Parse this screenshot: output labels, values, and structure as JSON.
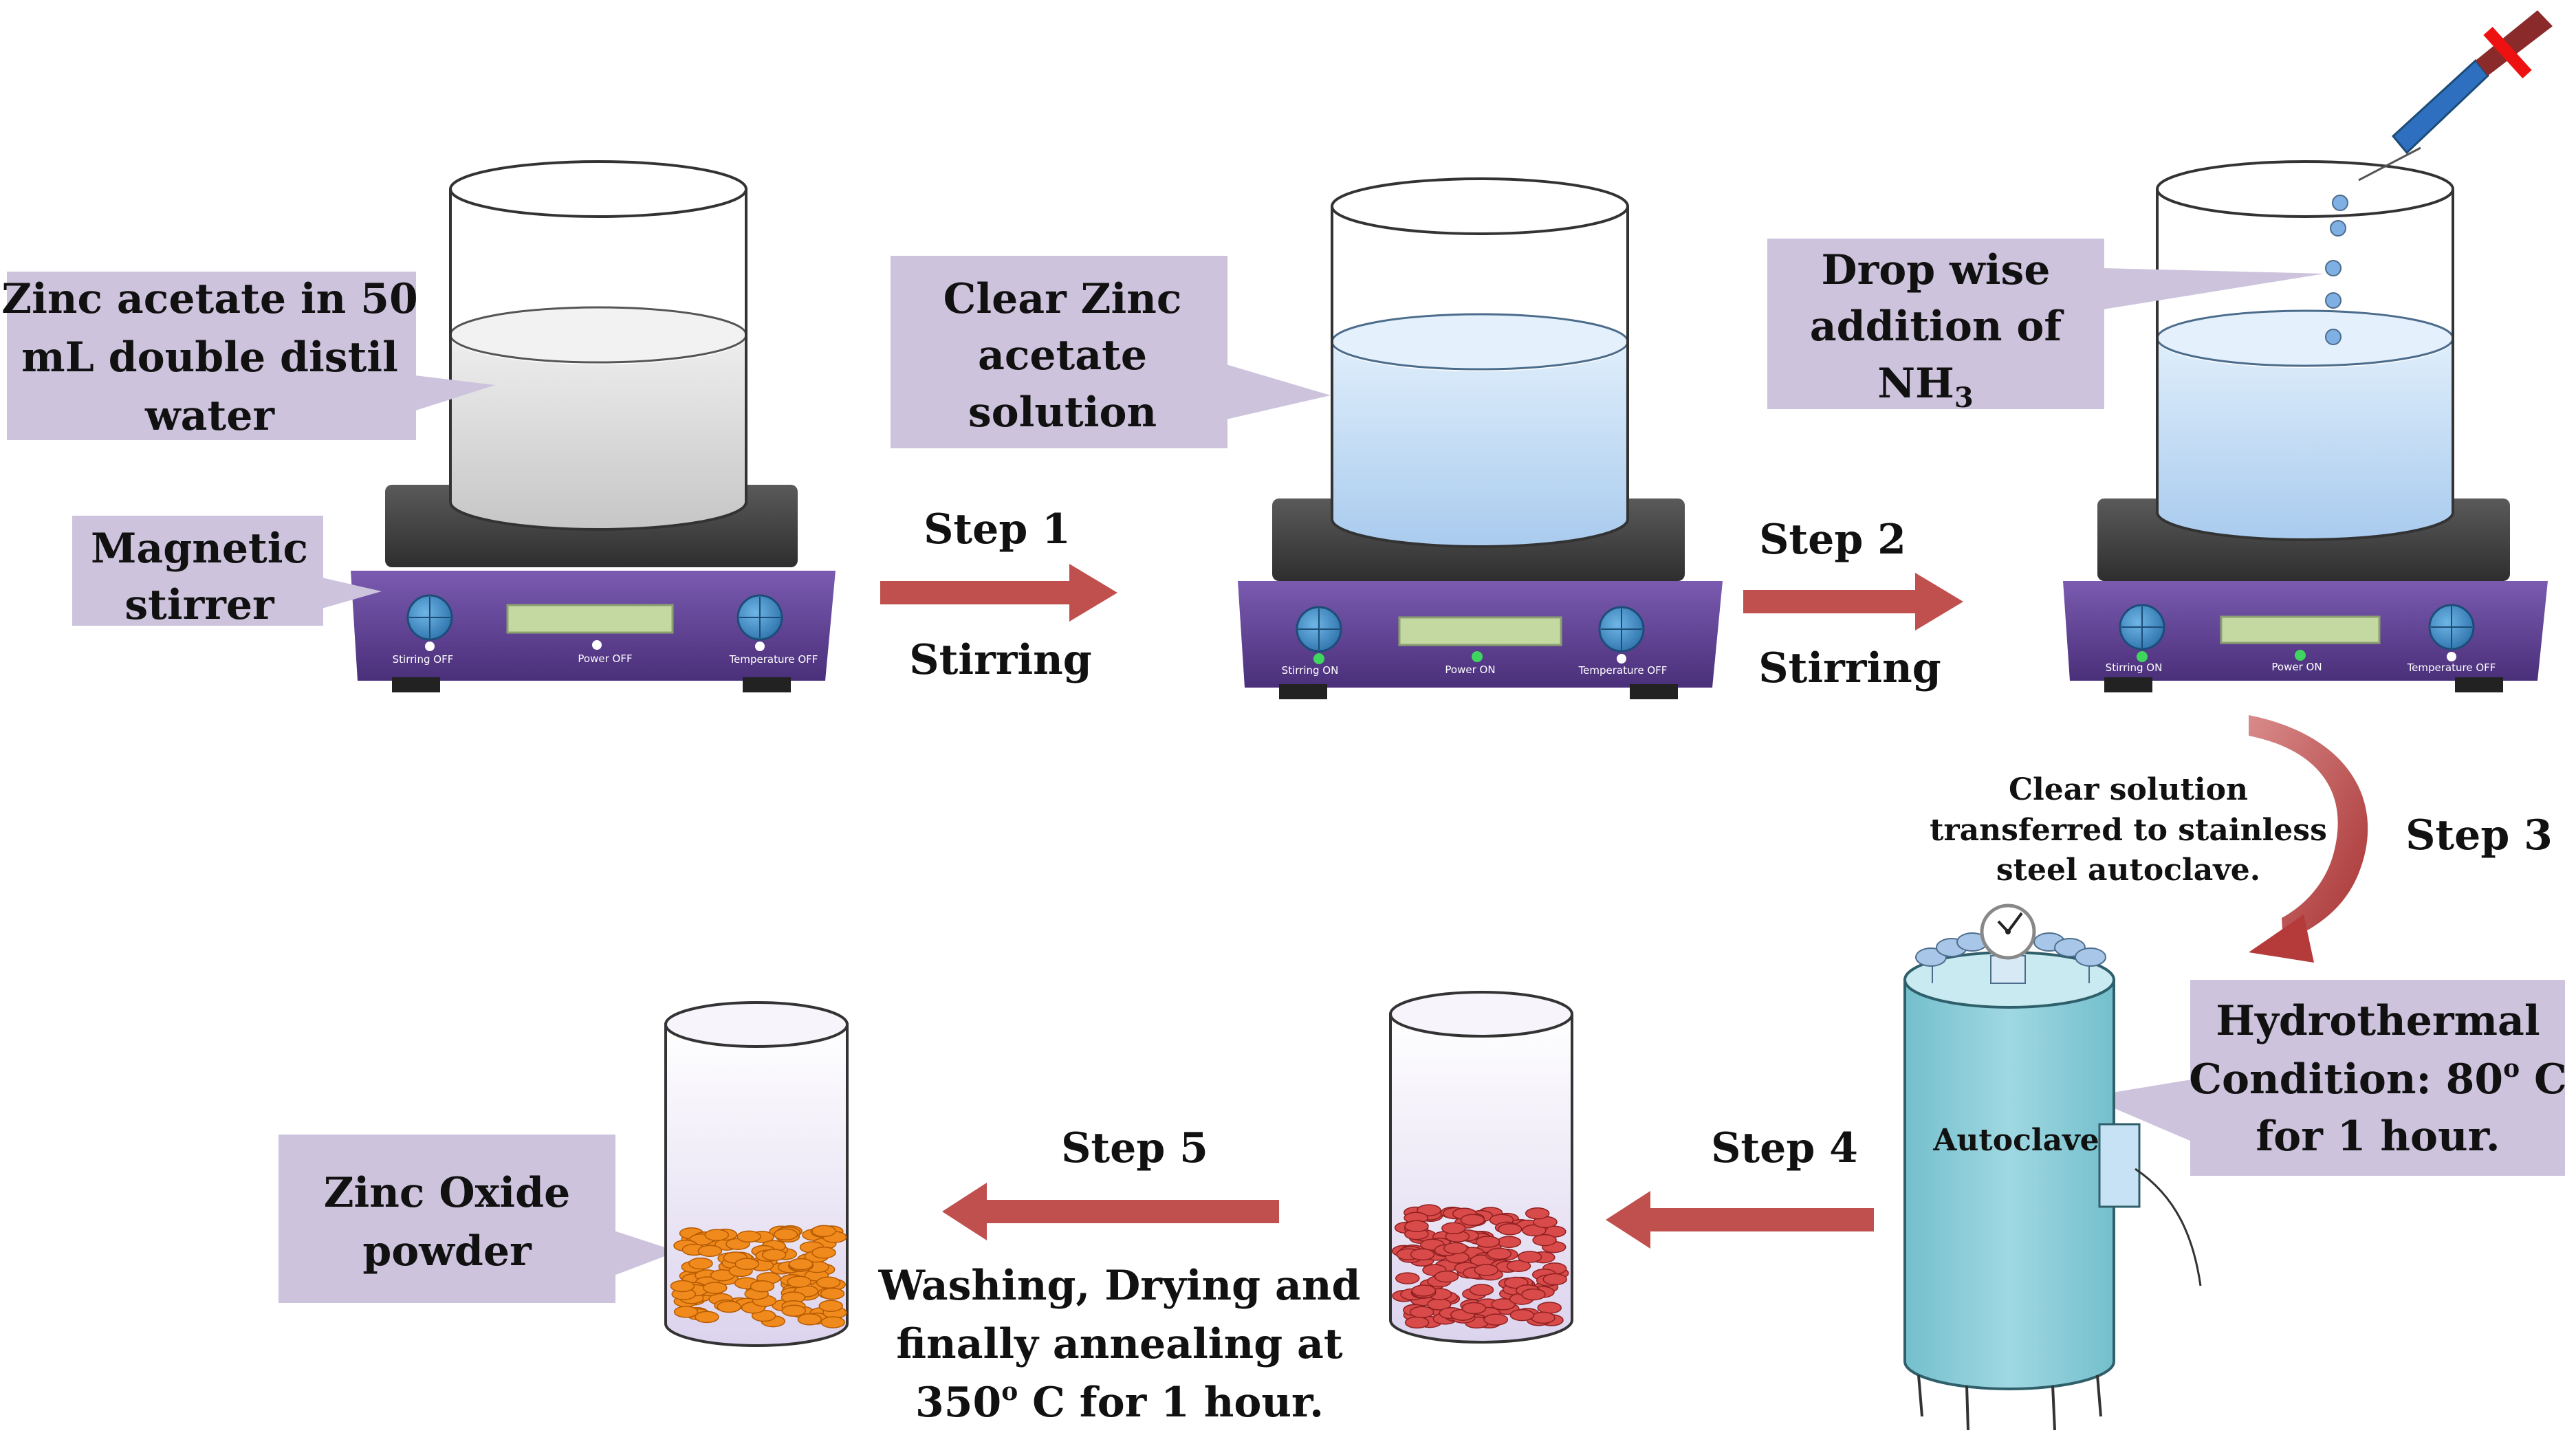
{
  "callouts": {
    "zinc_acetate": [
      "Zinc acetate in 50",
      "mL double distil",
      "water"
    ],
    "magnetic_stirrer": [
      "Magnetic",
      "stirrer"
    ],
    "clear_zinc": [
      "Clear Zinc",
      "acetate",
      "solution"
    ],
    "drop_wise_line1": "Drop wise",
    "drop_wise_line2": "addition of",
    "drop_wise_nh": "NH",
    "drop_wise_sub": "3",
    "hydrothermal_line1": "Hydrothermal",
    "hydrothermal_line2_pre": "Condition: 80",
    "hydrothermal_line2_sup": "o",
    "hydrothermal_line2_post": " C",
    "hydrothermal_line3": "for 1 hour.",
    "zinc_oxide": [
      "Zinc Oxide",
      "powder"
    ]
  },
  "steps": {
    "step1": {
      "label": "Step 1",
      "sub": "Stirring"
    },
    "step2": {
      "label": "Step 2",
      "sub": "Stirring"
    },
    "step3": {
      "label": "Step 3",
      "note": [
        "Clear solution",
        "transferred to stainless",
        "steel autoclave."
      ]
    },
    "step4": {
      "label": "Step 4"
    },
    "step5": {
      "label": "Step 5",
      "line1": "Washing, Drying and",
      "line2": "finally annealing at",
      "line3_pre": "350",
      "line3_sup": "o",
      "line3_post": " C for 1 hour."
    }
  },
  "stirrers": [
    {
      "stirring": "Stirring OFF",
      "power": "Power OFF",
      "temperature": "Temperature OFF"
    },
    {
      "stirring": "Stirring ON",
      "power": "Power ON",
      "temperature": "Temperature OFF"
    },
    {
      "stirring": "Stirring ON",
      "power": "Power ON",
      "temperature": "Temperature OFF"
    }
  ],
  "autoclave_label": "Autoclave",
  "colors": {
    "callout_fill": "#cdc3dd",
    "arrow_red": "#c0504d",
    "stirrer_purple": "#5b3d8f",
    "display_green": "#c4d9a2",
    "clear_liquid": "#b8d4f0",
    "cloudy_liquid": "#d0d0d0",
    "autoclave_teal": "#8fcfd9",
    "zno_orange": "#f08a1c",
    "precipitate_red": "#d94a4a"
  }
}
